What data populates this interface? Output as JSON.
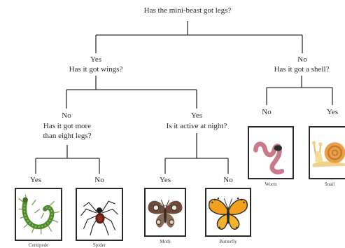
{
  "root": {
    "question": "Has the mini-beast got legs?"
  },
  "legs_yes": {
    "answer": "Yes",
    "question": "Has it got wings?"
  },
  "legs_no": {
    "answer": "No",
    "question": "Has it got a shell?"
  },
  "wings_no": {
    "answer": "No",
    "question_line1": "Has it got more",
    "question_line2": "than eight legs?"
  },
  "wings_yes": {
    "answer": "Yes",
    "question": "Is it active at night?"
  },
  "shell_no": {
    "answer": "No"
  },
  "shell_yes": {
    "answer": "Yes"
  },
  "eight_yes": {
    "answer": "Yes"
  },
  "eight_no": {
    "answer": "No"
  },
  "night_yes": {
    "answer": "Yes"
  },
  "night_no": {
    "answer": "No"
  },
  "animals": {
    "worm": {
      "caption": "Worm",
      "icon": "worm-icon"
    },
    "snail": {
      "caption": "Snail",
      "icon": "snail-icon"
    },
    "centipede": {
      "caption": "Centipede",
      "icon": "centipede-icon"
    },
    "spider": {
      "caption": "Spider",
      "icon": "spider-icon"
    },
    "moth": {
      "caption": "Moth",
      "icon": "moth-icon"
    },
    "butterfly": {
      "caption": "Butterfly",
      "icon": "butterfly-icon"
    }
  },
  "colors": {
    "line": "#333333",
    "box_border": "#2a2a2a"
  }
}
